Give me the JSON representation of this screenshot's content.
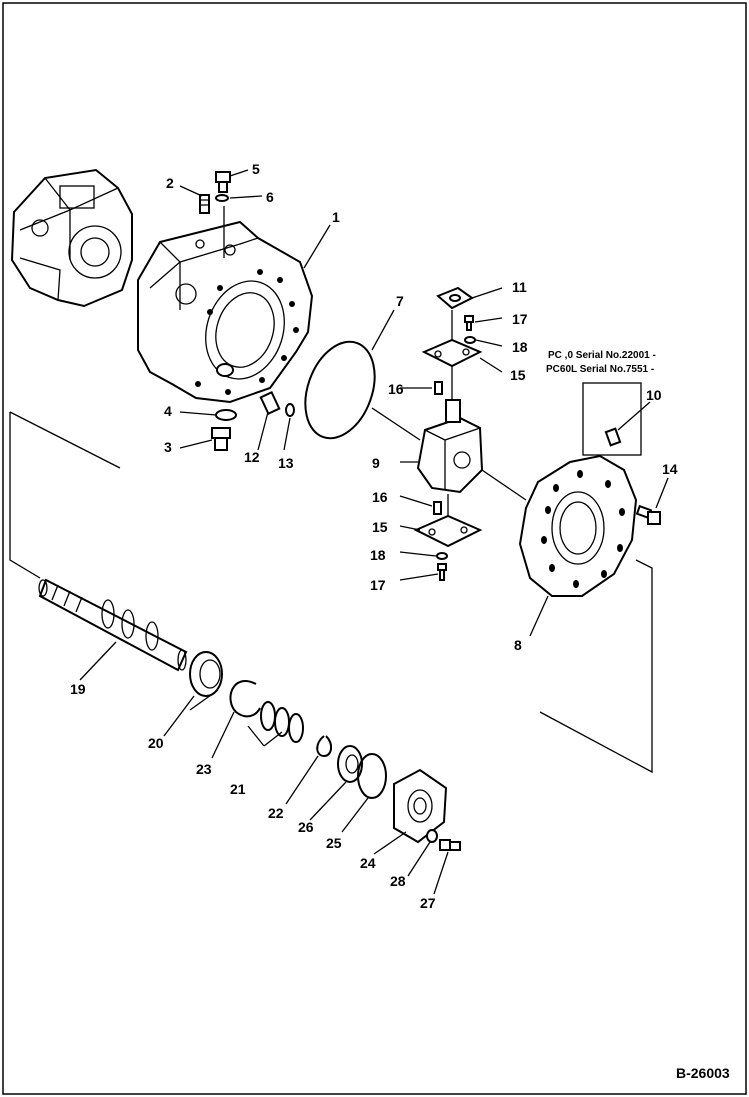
{
  "labels": {
    "p1": "1",
    "p2": "2",
    "p3": "3",
    "p4": "4",
    "p5": "5",
    "p6": "6",
    "p7": "7",
    "p8": "8",
    "p9": "9",
    "p10": "10",
    "p11": "11",
    "p12": "12",
    "p13": "13",
    "p14": "14",
    "p15a": "15",
    "p15b": "15",
    "p16a": "16",
    "p16b": "16",
    "p17a": "17",
    "p17b": "17",
    "p18a": "18",
    "p18b": "18",
    "p19": "19",
    "p20": "20",
    "p21": "21",
    "p22": "22",
    "p23": "23",
    "p24": "24",
    "p25": "25",
    "p26": "26",
    "p27": "27",
    "p28": "28"
  },
  "serial_notes": {
    "line1": "PC ,0 Serial No.22001 -",
    "line2": "PC60L Serial No.7551 -"
  },
  "drawing_code": "B-26003"
}
